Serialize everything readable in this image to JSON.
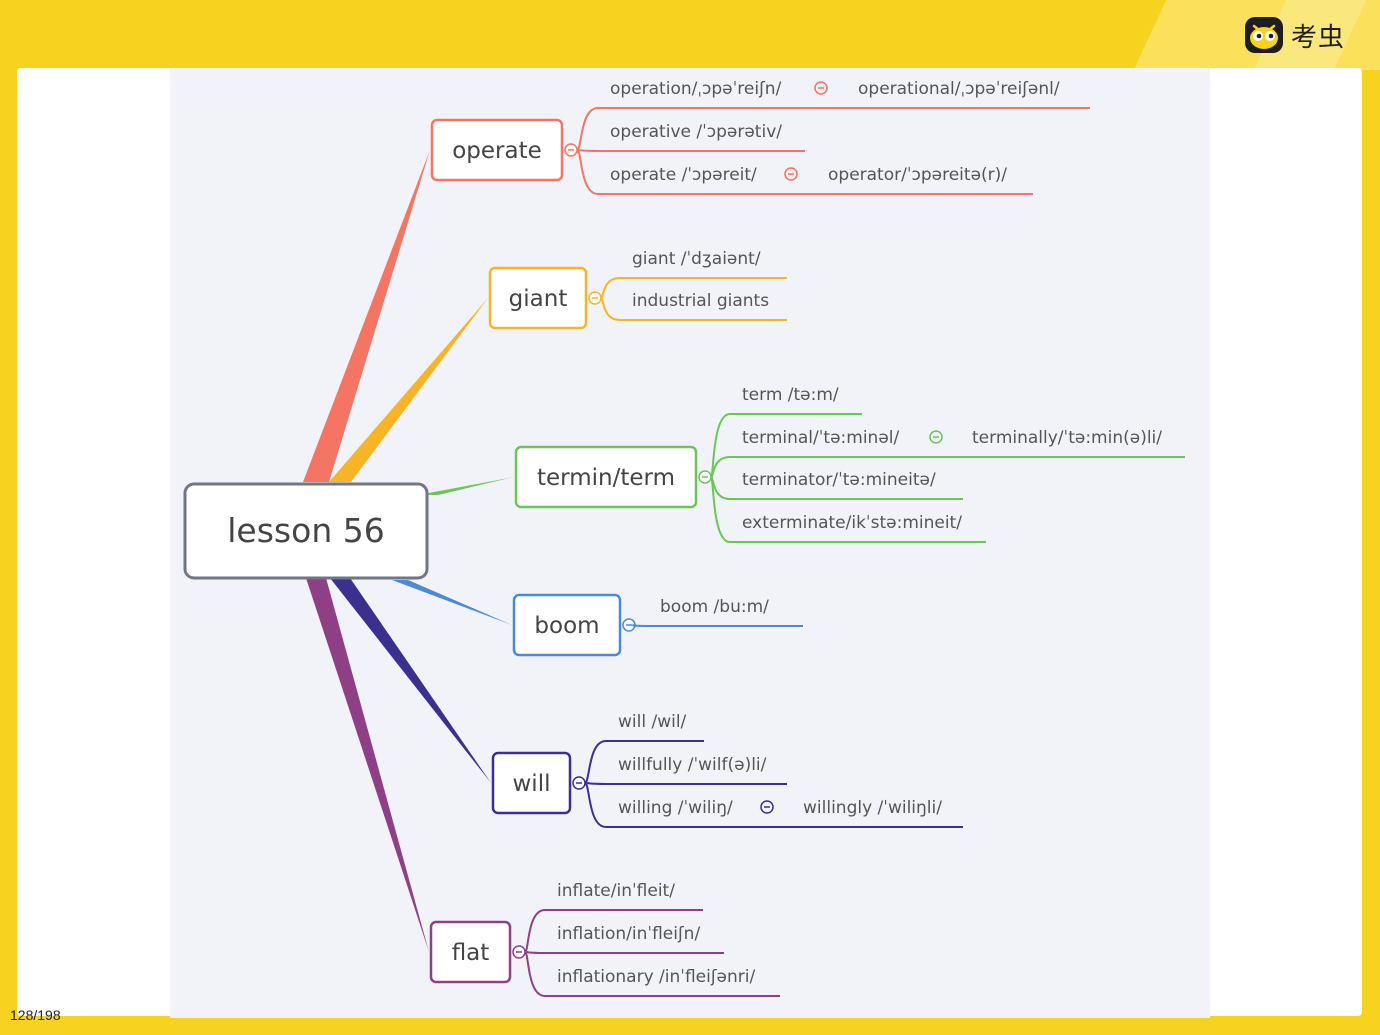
{
  "brand": {
    "name": "考虫",
    "logo_icon": "bug-face-icon"
  },
  "page_counter": "128/198",
  "colors": {
    "background": "#f7d21f",
    "canvas": "#f1f3f8",
    "operate": "#f47563",
    "giant": "#f8b427",
    "termin": "#6cc557",
    "boom": "#4a8ad8",
    "will": "#3b2f8f",
    "flat": "#8f3f86",
    "root_border": "#6f7685"
  },
  "mindmap": {
    "root": "lesson 56",
    "branches": [
      {
        "key": "operate",
        "label": "operate",
        "leaves": [
          [
            "operation/ˌɔpəˈreiʃn/",
            "operational/ˌɔpəˈreiʃənl/"
          ],
          [
            "operative /ˈɔpərətiv/"
          ],
          [
            "operate /ˈɔpəreit/",
            "operator/ˈɔpəreitə(r)/"
          ]
        ]
      },
      {
        "key": "giant",
        "label": "giant",
        "leaves": [
          [
            "giant /ˈdʒaiənt/"
          ],
          [
            "industrial giants"
          ]
        ]
      },
      {
        "key": "termin",
        "label": "termin/term",
        "leaves": [
          [
            "term /tə:m/"
          ],
          [
            "terminal/ˈtə:minəl/",
            "terminally/ˈtə:min(ə)li/"
          ],
          [
            "terminator/ˈtə:mineitə/"
          ],
          [
            "exterminate/ikˈstə:mineit/"
          ]
        ]
      },
      {
        "key": "boom",
        "label": "boom",
        "leaves": [
          [
            "boom /bu:m/"
          ]
        ]
      },
      {
        "key": "will",
        "label": "will",
        "leaves": [
          [
            "will /wil/"
          ],
          [
            "willfully /ˈwilf(ə)li/"
          ],
          [
            "willing /ˈwiliŋ/",
            "willingly /ˈwiliŋli/"
          ]
        ]
      },
      {
        "key": "flat",
        "label": "flat",
        "leaves": [
          [
            "inflate/inˈfleit/"
          ],
          [
            "inflation/inˈfleiʃn/"
          ],
          [
            "inflationary /inˈfleiʃənri/"
          ]
        ]
      }
    ]
  }
}
